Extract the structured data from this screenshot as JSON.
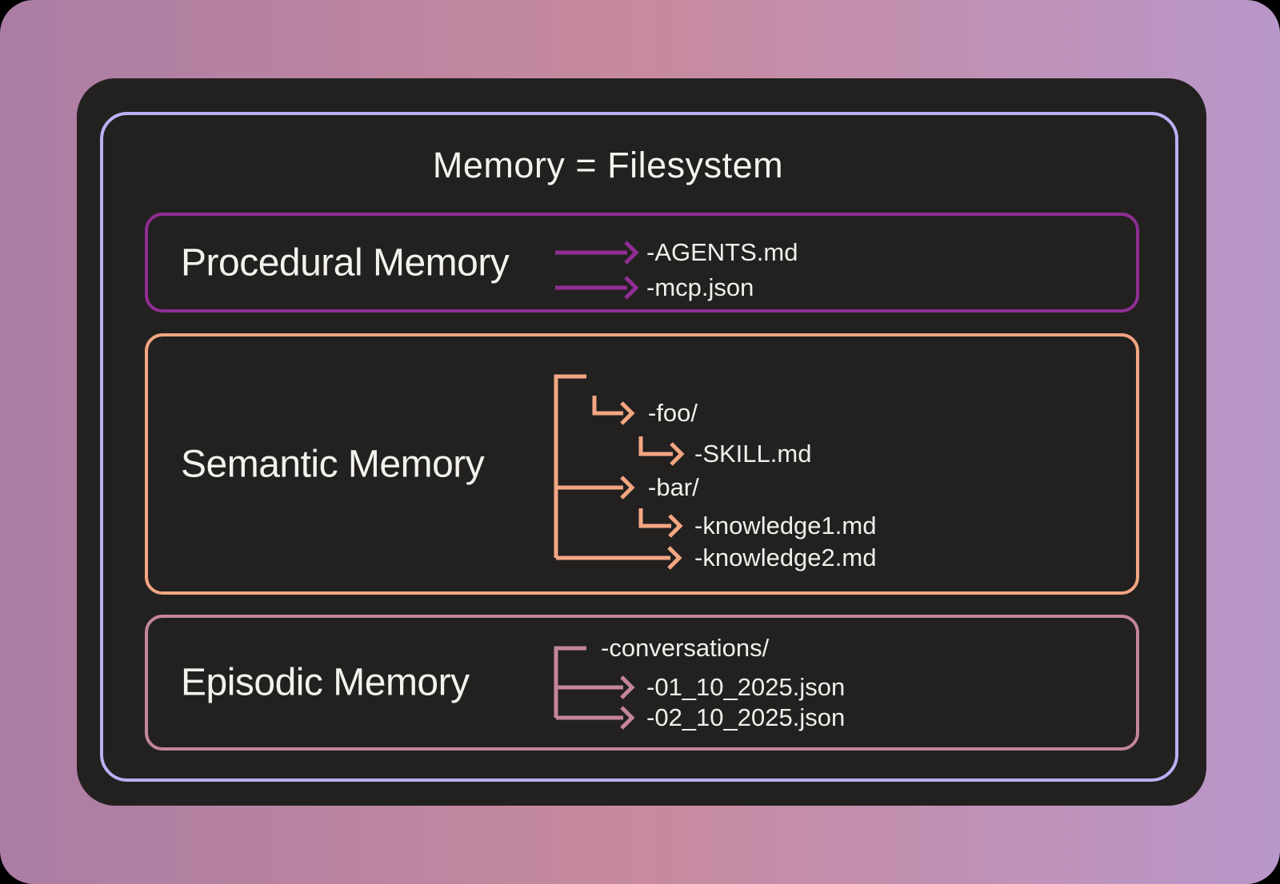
{
  "title": "Memory = Filesystem",
  "colors": {
    "background_gradient_left": "#ab7da4",
    "background_gradient_center": "#c78a9e",
    "background_gradient_right": "#b997ca",
    "card_background": "#232120",
    "frame_border": "#bab0f4",
    "text": "#f4f2ef",
    "procedural_accent": "#902e94",
    "semantic_accent": "#f4a683",
    "episodic_accent": "#c4859d"
  },
  "sections": {
    "procedural": {
      "label": "Procedural Memory",
      "files": [
        "-AGENTS.md",
        "-mcp.json"
      ]
    },
    "semantic": {
      "label": "Semantic Memory",
      "tree": [
        "-foo/",
        "-SKILL.md",
        "-bar/",
        "-knowledge1.md",
        "-knowledge2.md"
      ]
    },
    "episodic": {
      "label": "Episodic Memory",
      "tree": [
        "-conversations/",
        "-01_10_2025.json",
        "-02_10_2025.json"
      ]
    }
  }
}
